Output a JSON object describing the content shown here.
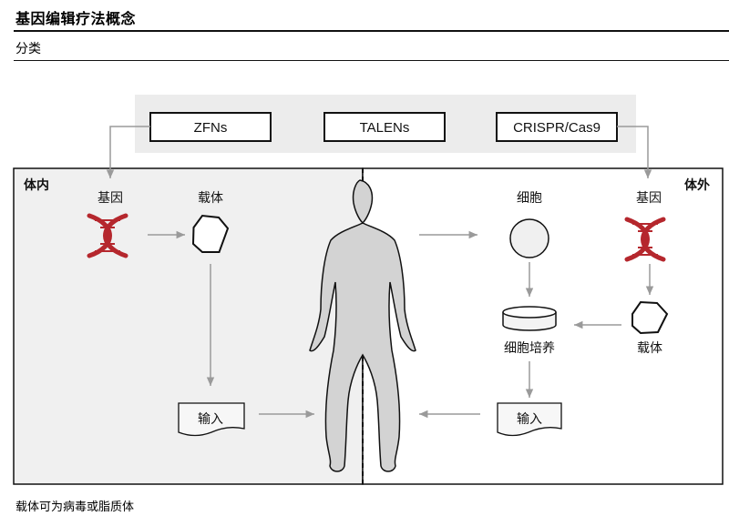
{
  "header": {
    "title": "基因编辑疗法概念",
    "subtitle": "分类"
  },
  "techniques": [
    "ZFNs",
    "TALENs",
    "CRISPR/Cas9"
  ],
  "in_vivo": {
    "title": "体内",
    "gene_label": "基因",
    "vector_label": "载体",
    "input_label": "输入"
  },
  "ex_vivo": {
    "title": "体外",
    "gene_label": "基因",
    "cells_label": "细胞",
    "culture_label": "细胞培养",
    "vector_label": "载体",
    "input_label": "输入"
  },
  "footnote": "载体可为病毒或脂质体",
  "colors": {
    "dna": "#b5272d",
    "left_panel_bg": "#f0f0f0",
    "arrow": "#9a9a9a",
    "human_fill": "#d3d3d3"
  }
}
